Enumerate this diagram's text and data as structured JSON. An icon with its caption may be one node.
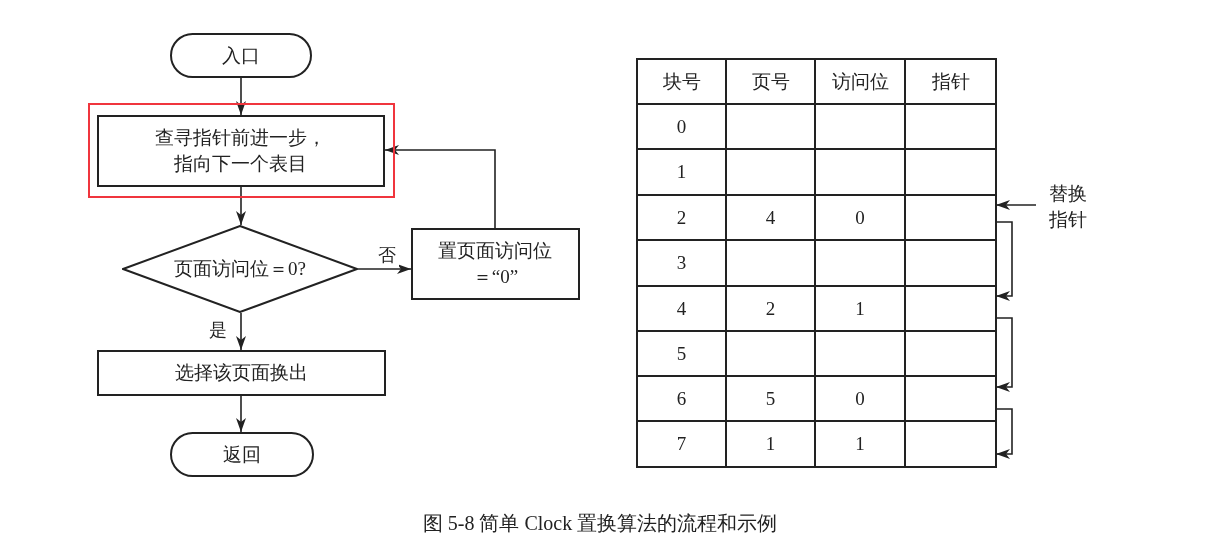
{
  "diagram": {
    "caption": "图 5-8 简单 Clock 置换算法的流程和示例",
    "nodes": [
      {
        "text": [
          "入口"
        ]
      },
      {
        "text": [
          "查寻指针前进一步，指向下一个表目"
        ]
      },
      {
        "text": [
          "页面访问位＝0?"
        ]
      },
      {
        "text": [
          "置页面访问位＝“0”"
        ]
      },
      {
        "text": [
          "选择该页面换出"
        ]
      },
      {
        "text": [
          "返回"
        ]
      },
      {
        "text": [
          "替换指针"
        ]
      },
      {
        "text": [],
        "shape": "box"
      },
      {
        "text": [],
        "shape": "box"
      },
      {
        "text": [],
        "shape": "box"
      },
      {
        "text": [],
        "shape": "box"
      }
    ],
    "edges": [
      {
        "from": 0,
        "to": 1,
        "arrow": "to"
      },
      {
        "from": 1,
        "to": 2,
        "arrow": "to"
      },
      {
        "from": 2,
        "to": 3,
        "arrow": "to",
        "label": "否"
      },
      {
        "from": 3,
        "to": 1,
        "arrow": "to"
      },
      {
        "from": 2,
        "to": 4,
        "arrow": "to",
        "label": "是"
      },
      {
        "from": 4,
        "to": 5,
        "arrow": "to"
      },
      {
        "from": 6,
        "to": 7,
        "arrow": "to"
      },
      {
        "from": 7,
        "to": 8,
        "arrow": "to"
      },
      {
        "from": 8,
        "to": 9,
        "arrow": "to"
      },
      {
        "from": 9,
        "to": 10,
        "arrow": "to"
      }
    ],
    "labels": [
      "块号",
      "页号",
      "访问位",
      "指针",
      "0",
      "1",
      "2",
      "4",
      "0",
      "3",
      "4",
      "2",
      "1",
      "5",
      "6",
      "5",
      "0",
      "7",
      "1",
      "1"
    ]
  }
}
